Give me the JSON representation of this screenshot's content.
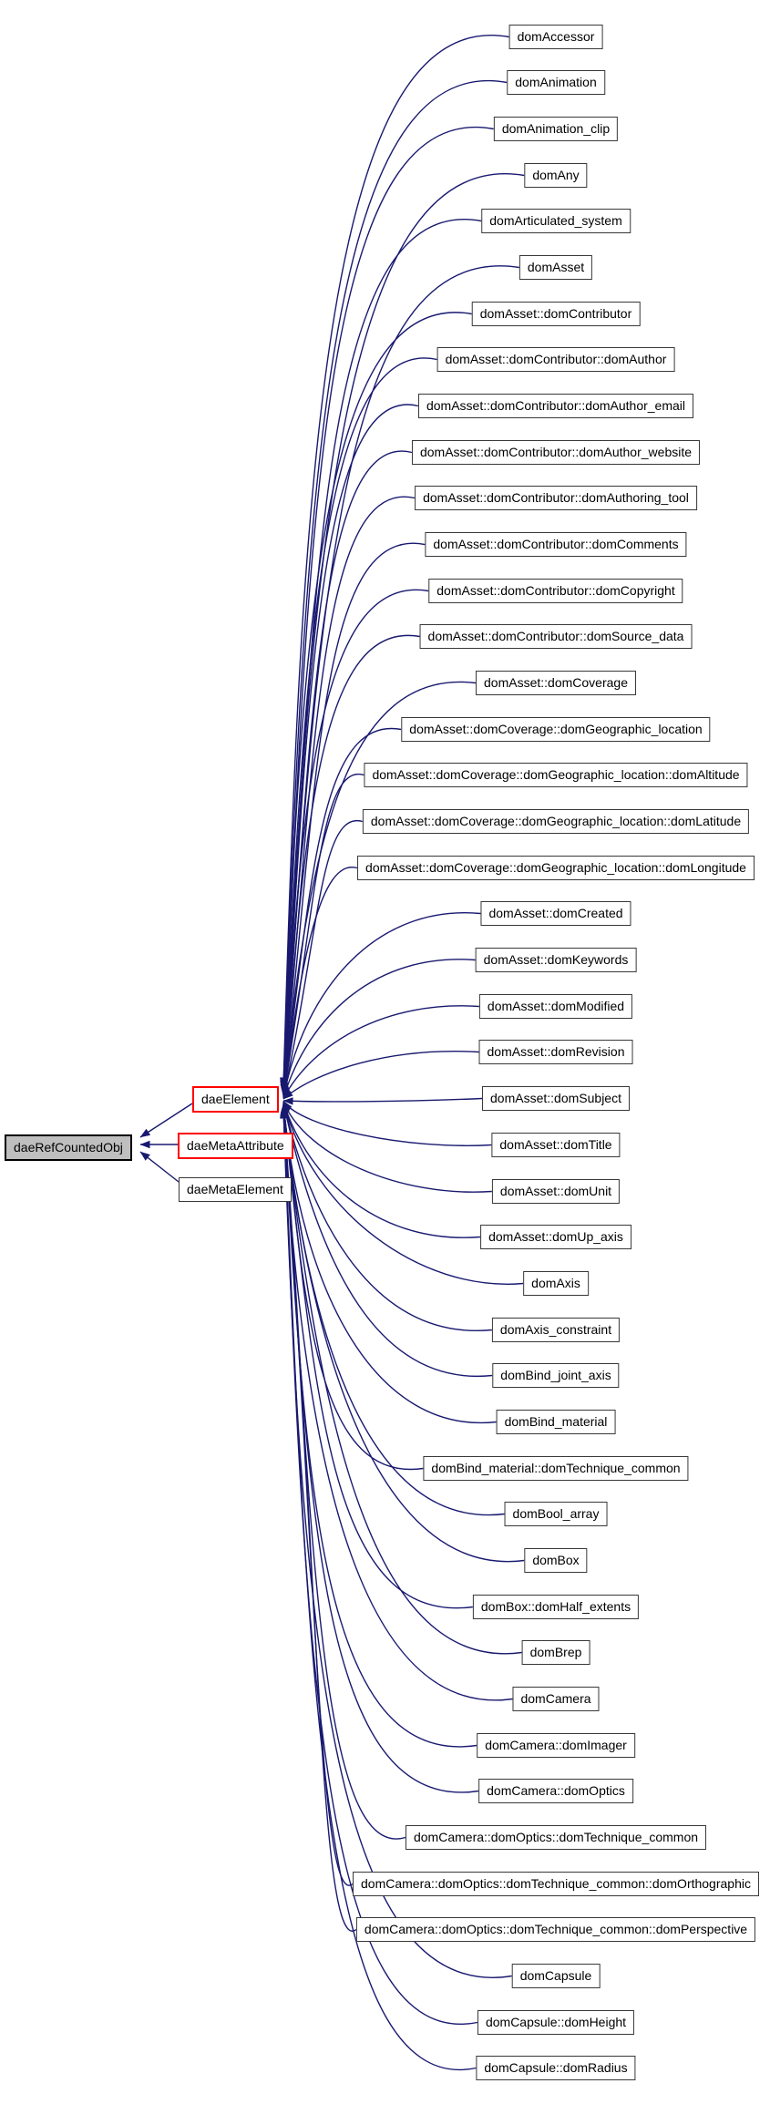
{
  "diagram": {
    "colors": {
      "edge": "#191970",
      "box_border": "#383838",
      "highlight_border": "#ff0000",
      "root_fill": "#bfbfbf",
      "box_fill": "#ffffff",
      "text": "#000000",
      "background": "#ffffff"
    },
    "root": {
      "label": "daeRefCountedObj"
    },
    "left_children": [
      {
        "label": "daeElement",
        "border_color": "#ff0000"
      },
      {
        "label": "daeMetaAttribute",
        "border_color": "#ff0000"
      },
      {
        "label": "daeMetaElement",
        "border_color": "#383838"
      }
    ],
    "right_nodes": [
      "domAccessor",
      "domAnimation",
      "domAnimation_clip",
      "domAny",
      "domArticulated_system",
      "domAsset",
      "domAsset::domContributor",
      "domAsset::domContributor::domAuthor",
      "domAsset::domContributor::domAuthor_email",
      "domAsset::domContributor::domAuthor_website",
      "domAsset::domContributor::domAuthoring_tool",
      "domAsset::domContributor::domComments",
      "domAsset::domContributor::domCopyright",
      "domAsset::domContributor::domSource_data",
      "domAsset::domCoverage",
      "domAsset::domCoverage::domGeographic_location",
      "domAsset::domCoverage::domGeographic_location::domAltitude",
      "domAsset::domCoverage::domGeographic_location::domLatitude",
      "domAsset::domCoverage::domGeographic_location::domLongitude",
      "domAsset::domCreated",
      "domAsset::domKeywords",
      "domAsset::domModified",
      "domAsset::domRevision",
      "domAsset::domSubject",
      "domAsset::domTitle",
      "domAsset::domUnit",
      "domAsset::domUp_axis",
      "domAxis",
      "domAxis_constraint",
      "domBind_joint_axis",
      "domBind_material",
      "domBind_material::domTechnique_common",
      "domBool_array",
      "domBox",
      "domBox::domHalf_extents",
      "domBrep",
      "domCamera",
      "domCamera::domImager",
      "domCamera::domOptics",
      "domCamera::domOptics::domTechnique_common",
      "domCamera::domOptics::domTechnique_common::domOrthographic",
      "domCamera::domOptics::domTechnique_common::domPerspective",
      "domCapsule",
      "domCapsule::domHeight",
      "domCapsule::domRadius"
    ]
  }
}
